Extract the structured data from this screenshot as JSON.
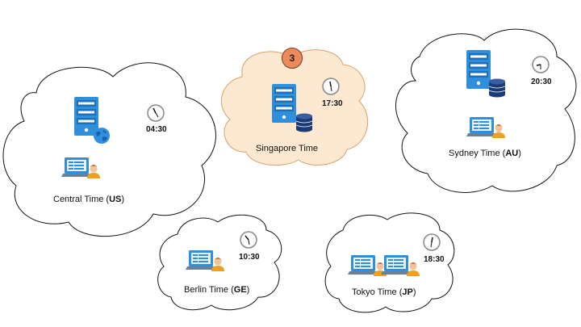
{
  "colors": {
    "cloud_stroke": "#111111",
    "cloud_fill": "#ffffff",
    "singapore_fill": "#fde9d2",
    "singapore_stroke": "#d9a06a",
    "server_blue": "#2f8fdc",
    "database_navy": "#1b3a78",
    "badge": "#ec8a5c"
  },
  "badge": {
    "number": "3"
  },
  "regions": {
    "central": {
      "name": "Central Time",
      "code": "US",
      "time": "04:30"
    },
    "singapore": {
      "name": "Singapore Time",
      "time": "17:30"
    },
    "sydney": {
      "name": "Sydney Time",
      "code": "AU",
      "time": "20:30"
    },
    "berlin": {
      "name": "Berlin Time",
      "code": "GE",
      "time": "10:30"
    },
    "tokyo": {
      "name": "Tokyo Time",
      "code": "JP",
      "time": "18:30"
    }
  },
  "icons": {
    "server": "server-icon",
    "database": "database-icon",
    "globe": "globe-icon",
    "laptop_user": "laptop-user-icon",
    "clock": "clock-icon"
  }
}
